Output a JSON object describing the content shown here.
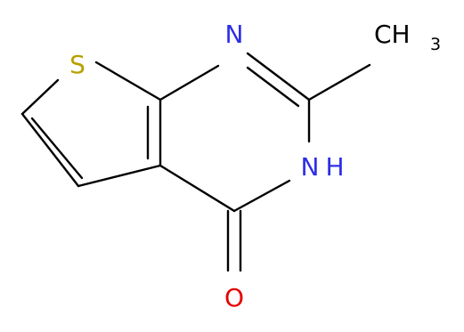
{
  "molecule": {
    "atoms": {
      "sulfur": "S",
      "nitrogen_top": "N",
      "nitrogen_bottom": "N",
      "nh_hydrogen": "H",
      "oxygen": "O",
      "methyl_carbon_hydrogen": "CH",
      "methyl_subscript": "3"
    },
    "colors": {
      "bond": "#000000",
      "sulfur": "#b8a000",
      "nitrogen": "#2e2ee6",
      "oxygen": "#e60000",
      "carbon": "#000000"
    }
  }
}
